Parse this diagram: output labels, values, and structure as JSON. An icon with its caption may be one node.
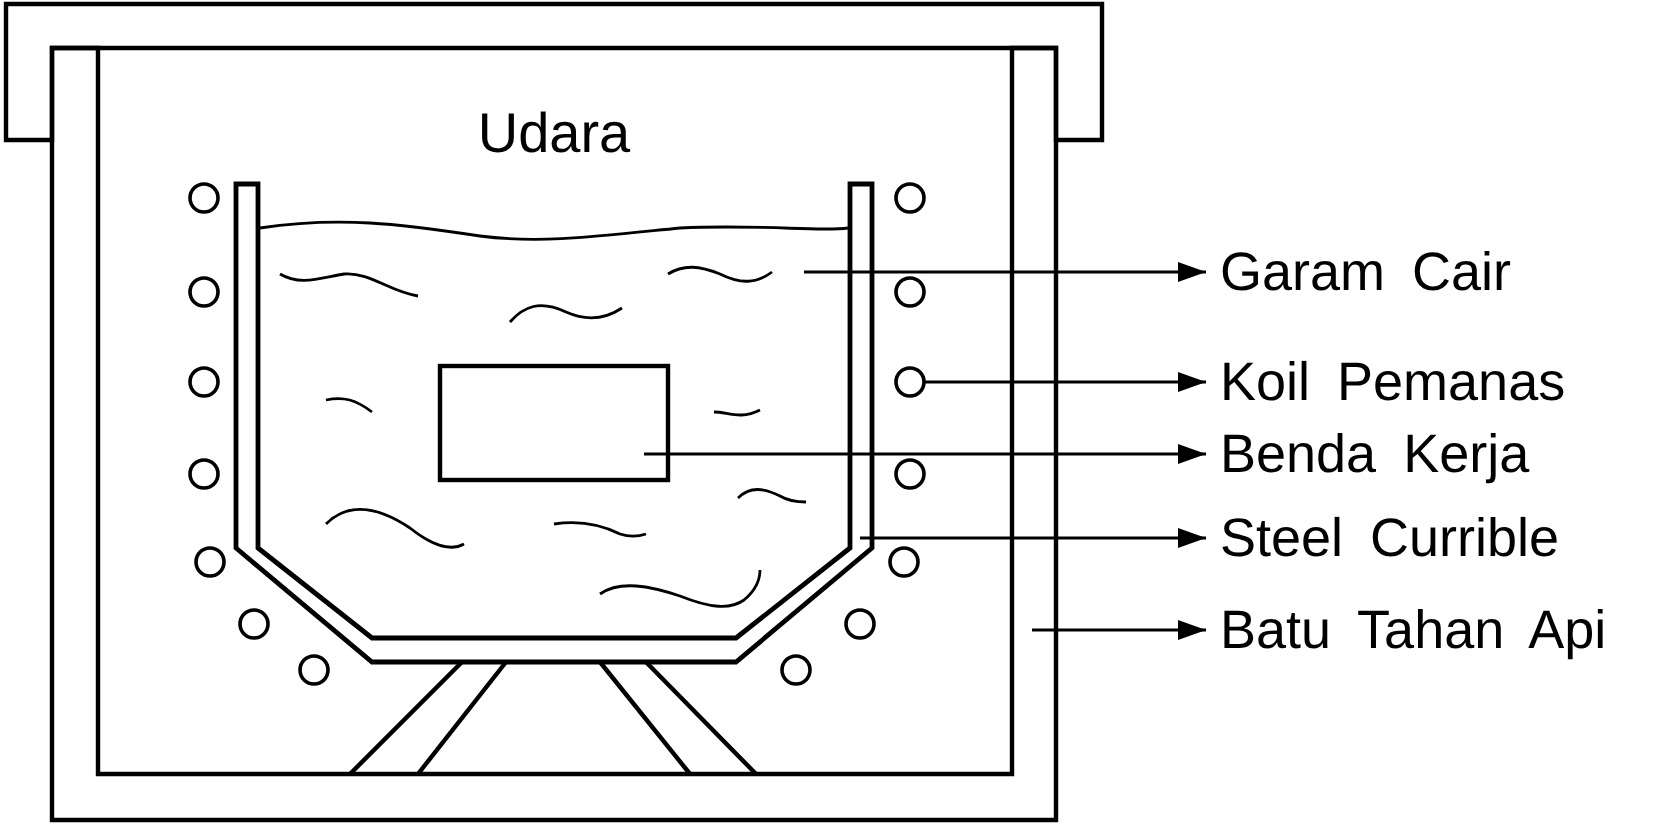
{
  "diagram": {
    "nodes": [
      {
        "text": [
          "Garam Cair"
        ]
      },
      {
        "text": [
          "Koil Pemanas"
        ]
      },
      {
        "text": [
          "Benda Kerja"
        ]
      },
      {
        "text": [
          "Steel Currible"
        ]
      },
      {
        "text": [
          "Batu Tahan Api"
        ]
      },
      {
        "text": [],
        "shape": "picture"
      },
      {
        "text": [],
        "shape": "circle"
      },
      {
        "text": [],
        "shape": "box",
        "in": 5
      },
      {
        "text": [],
        "shape": "picture"
      },
      {
        "text": [],
        "shape": "picture"
      },
      {
        "text": [],
        "shape": "picture"
      }
    ],
    "edges": [
      {
        "from": 5,
        "to": 0,
        "arrow": "to"
      },
      {
        "from": 6,
        "to": 1,
        "arrow": "to"
      },
      {
        "from": 7,
        "to": 2,
        "arrow": "to"
      },
      {
        "from": 8,
        "to": 3,
        "arrow": "to"
      },
      {
        "from": 9,
        "to": 4,
        "arrow": "to"
      }
    ],
    "labels": [
      "Udara"
    ]
  }
}
